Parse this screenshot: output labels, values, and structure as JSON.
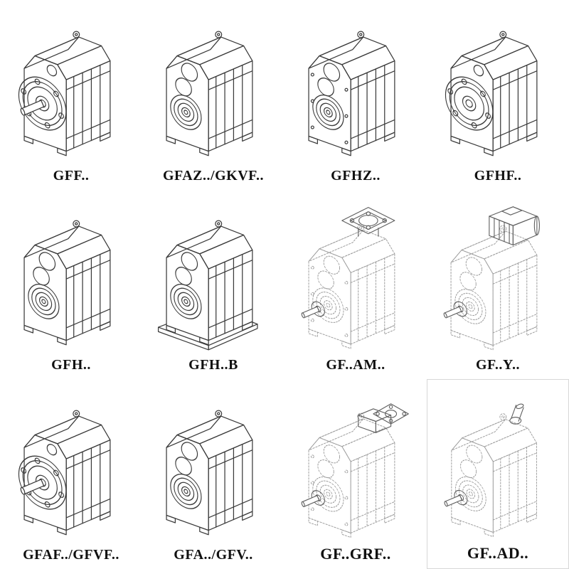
{
  "catalog": {
    "cells": [
      {
        "label": "GFF..",
        "variant": "flange-mounted-solid-shaft"
      },
      {
        "label": "GFAZ../GKVF..",
        "variant": "hollow-shaft"
      },
      {
        "label": "GFHZ..",
        "variant": "hollow-shaft"
      },
      {
        "label": "GFHF..",
        "variant": "flange-mounted"
      },
      {
        "label": "GFH..",
        "variant": "hollow-shaft"
      },
      {
        "label": "GFH..B",
        "variant": "hollow-shaft-with-base"
      },
      {
        "label": "GF..AM..",
        "variant": "phantom-view-input-flange"
      },
      {
        "label": "GF..Y..",
        "variant": "phantom-view-mounted-motor"
      },
      {
        "label": "GFAF../GFVF..",
        "variant": "flange-mounted-solid-shaft"
      },
      {
        "label": "GFA../GFV..",
        "variant": "hollow-shaft"
      },
      {
        "label": "GF..GRF..",
        "variant": "phantom-view-input-adapter"
      },
      {
        "label": "GF..AD..",
        "variant": "phantom-view-input-shaft"
      }
    ]
  }
}
